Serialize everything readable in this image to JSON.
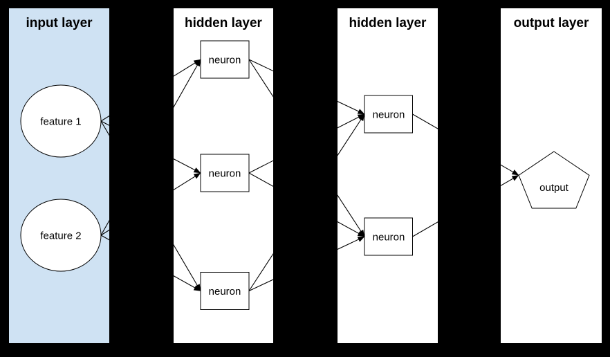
{
  "canvas": {
    "background": "#000000",
    "line_color": "#000000"
  },
  "layers": [
    {
      "id": "input",
      "title": "input layer",
      "panel_fill": "#cfe2f3",
      "nodes": [
        {
          "id": "feature-1",
          "label": "feature 1",
          "shape": "ellipse"
        },
        {
          "id": "feature-2",
          "label": "feature 2",
          "shape": "ellipse"
        }
      ]
    },
    {
      "id": "hidden-1",
      "title": "hidden layer",
      "panel_fill": "#ffffff",
      "nodes": [
        {
          "id": "h1-neuron-1",
          "label": "neuron",
          "shape": "rect"
        },
        {
          "id": "h1-neuron-2",
          "label": "neuron",
          "shape": "rect"
        },
        {
          "id": "h1-neuron-3",
          "label": "neuron",
          "shape": "rect"
        }
      ]
    },
    {
      "id": "hidden-2",
      "title": "hidden layer",
      "panel_fill": "#ffffff",
      "nodes": [
        {
          "id": "h2-neuron-1",
          "label": "neuron",
          "shape": "rect"
        },
        {
          "id": "h2-neuron-2",
          "label": "neuron",
          "shape": "rect"
        }
      ]
    },
    {
      "id": "output",
      "title": "output layer",
      "panel_fill": "#ffffff",
      "nodes": [
        {
          "id": "output-node",
          "label": "output",
          "shape": "pentagon"
        }
      ]
    }
  ],
  "edges": [
    {
      "from": "feature-1",
      "to": "h1-neuron-1"
    },
    {
      "from": "feature-1",
      "to": "h1-neuron-2"
    },
    {
      "from": "feature-1",
      "to": "h1-neuron-3"
    },
    {
      "from": "feature-2",
      "to": "h1-neuron-1"
    },
    {
      "from": "feature-2",
      "to": "h1-neuron-2"
    },
    {
      "from": "feature-2",
      "to": "h1-neuron-3"
    },
    {
      "from": "h1-neuron-1",
      "to": "h2-neuron-1"
    },
    {
      "from": "h1-neuron-1",
      "to": "h2-neuron-2"
    },
    {
      "from": "h1-neuron-2",
      "to": "h2-neuron-1"
    },
    {
      "from": "h1-neuron-2",
      "to": "h2-neuron-2"
    },
    {
      "from": "h1-neuron-3",
      "to": "h2-neuron-1"
    },
    {
      "from": "h1-neuron-3",
      "to": "h2-neuron-2"
    },
    {
      "from": "h2-neuron-1",
      "to": "output-node"
    },
    {
      "from": "h2-neuron-2",
      "to": "output-node"
    }
  ]
}
